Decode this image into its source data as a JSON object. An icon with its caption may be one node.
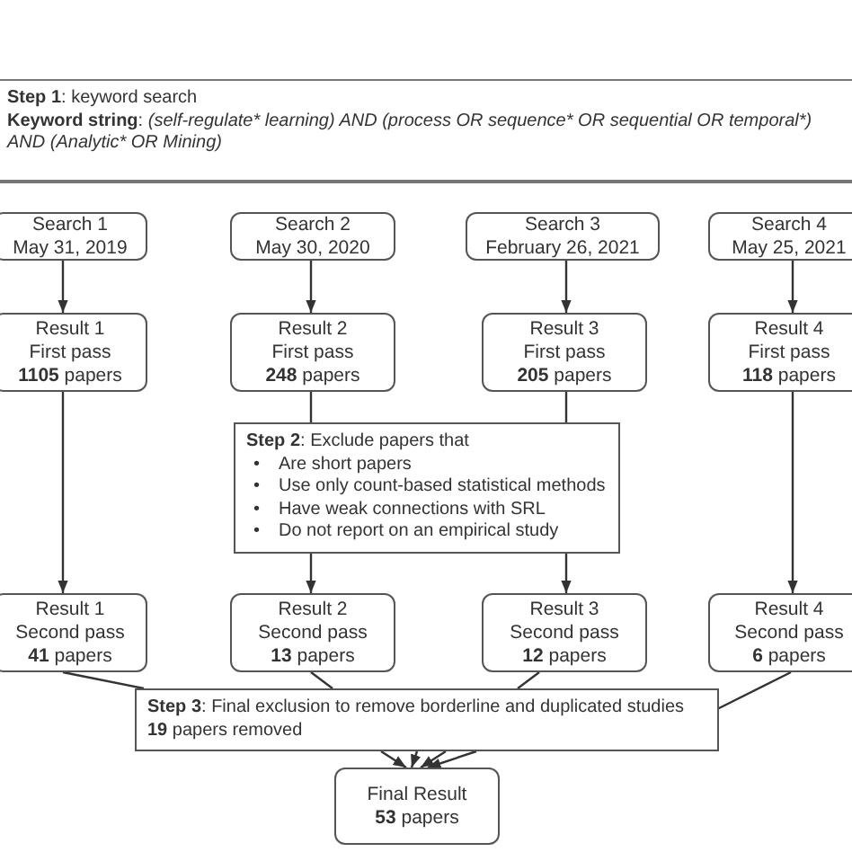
{
  "diagram": {
    "nodes": [
      {
        "text": [
          "**Step 1**: keyword search",
          "**Keyword string**:",
          "(self-regulate* learning) AND (process OR sequence* OR sequential OR temporal*) AND (Analytic* OR Mining)"
        ]
      },
      {
        "text": [
          "Search 1",
          "May 31, 2019"
        ]
      },
      {
        "text": [
          "Search 2",
          "May 30, 2020"
        ]
      },
      {
        "text": [
          "Search 3",
          "February 26, 2021"
        ]
      },
      {
        "text": [
          "Search 4",
          "May 25, 2021"
        ]
      },
      {
        "text": [
          "Result 1",
          "First pass",
          "**1105** papers"
        ]
      },
      {
        "text": [
          "Result 2",
          "First pass",
          "**248** papers"
        ]
      },
      {
        "text": [
          "Result 3",
          "First pass",
          "**205** papers"
        ]
      },
      {
        "text": [
          "Result 4",
          "First pass",
          "**118** papers"
        ]
      },
      {
        "text": [
          "**Step 2**: Exclude papers that",
          "• Are short papers",
          "• Use only count-based statistical methods",
          "• Have weak connections with SRL",
          "• Do not report on an empirical study"
        ]
      },
      {
        "text": [
          "Result 1",
          "Second pass",
          "**41** papers"
        ]
      },
      {
        "text": [
          "Result 2",
          "Second pass",
          "**13** papers"
        ]
      },
      {
        "text": [
          "Result 3",
          "Second pass",
          "**12** papers"
        ]
      },
      {
        "text": [
          "Result 4",
          "Second pass",
          "**6** papers"
        ]
      },
      {
        "text": [
          "**Step 3**: Final exclusion to remove borderline and duplicated studies",
          "**19** papers removed"
        ]
      },
      {
        "text": [
          "Final Result",
          "**53** papers"
        ]
      }
    ],
    "edges": [
      {
        "from": 1,
        "to": 5,
        "arrow": "to"
      },
      {
        "from": 2,
        "to": 6,
        "arrow": "to"
      },
      {
        "from": 3,
        "to": 7,
        "arrow": "to"
      },
      {
        "from": 4,
        "to": 8,
        "arrow": "to"
      },
      {
        "from": 5,
        "to": 10,
        "arrow": "to"
      },
      {
        "from": 6,
        "to": 9,
        "arrow": "none"
      },
      {
        "from": 7,
        "to": 9,
        "arrow": "none"
      },
      {
        "from": 8,
        "to": 13,
        "arrow": "to"
      },
      {
        "from": 9,
        "to": 11,
        "arrow": "to"
      },
      {
        "from": 9,
        "to": 12,
        "arrow": "to"
      },
      {
        "from": 10,
        "to": 14,
        "arrow": "none"
      },
      {
        "from": 11,
        "to": 14,
        "arrow": "none"
      },
      {
        "from": 12,
        "to": 14,
        "arrow": "none"
      },
      {
        "from": 13,
        "to": 14,
        "arrow": "none"
      },
      {
        "from": 14,
        "to": 15,
        "arrow": "to"
      },
      {
        "from": 14,
        "to": 15,
        "arrow": "to"
      },
      {
        "from": 14,
        "to": 15,
        "arrow": "to"
      },
      {
        "from": 14,
        "to": 15,
        "arrow": "to"
      }
    ]
  }
}
